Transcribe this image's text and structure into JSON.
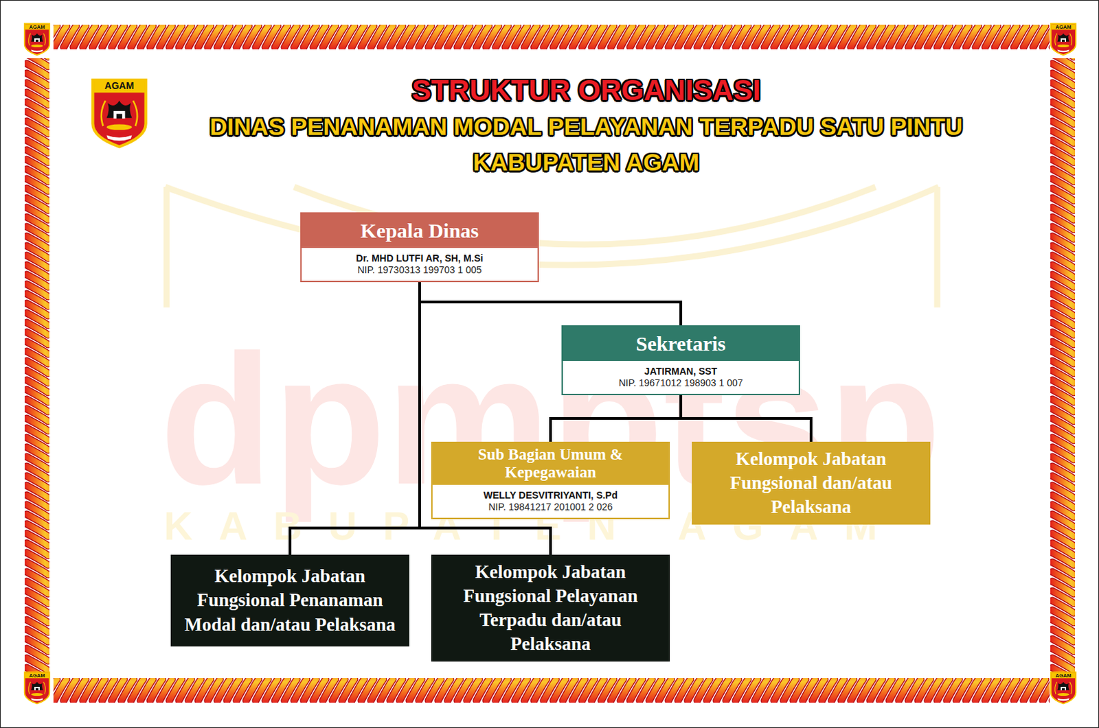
{
  "diagram": {
    "title": "STRUKTUR ORGANISASI",
    "nodes": [
      {
        "text": [
          "Kepala Dinas",
          "Dr. MHD LUTFI AR, SH, M.Si",
          "NIP. 19730313 199703 1 005"
        ]
      },
      {
        "text": [
          "Sekretaris",
          "JATIRMAN, SST",
          "NIP. 19671012 198903 1 007"
        ]
      },
      {
        "text": [
          "Sub Bagian Umum & Kepegawaian",
          "WELLY DESVITRIYANTI, S.Pd",
          "NIP. 19841217 201001 2 026"
        ]
      },
      {
        "text": [
          "Kelompok Jabatan Fungsional dan/atau Pelaksana"
        ]
      },
      {
        "text": [
          "Kelompok Jabatan Fungsional Penanaman Modal dan/atau Pelaksana"
        ]
      },
      {
        "text": [
          "Kelompok Jabatan Fungsional Pelayanan Terpadu dan/atau Pelaksana"
        ]
      }
    ],
    "edges": [
      {
        "from": 0,
        "to": 1,
        "arrow": "none"
      },
      {
        "from": 1,
        "to": 2,
        "arrow": "none"
      },
      {
        "from": 1,
        "to": 3,
        "arrow": "none"
      },
      {
        "from": 0,
        "to": 4,
        "arrow": "none"
      },
      {
        "from": 0,
        "to": 5,
        "arrow": "none"
      }
    ],
    "labels": [
      "DINAS PENANAMAN MODAL PELAYANAN TERPADU SATU PINTU",
      "KABUPATEN AGAM",
      "AGAM",
      "AGAM",
      "AGAM",
      "AGAM",
      "AGAM",
      "dpmptsp",
      "KABUPATEN AGAM"
    ]
  }
}
